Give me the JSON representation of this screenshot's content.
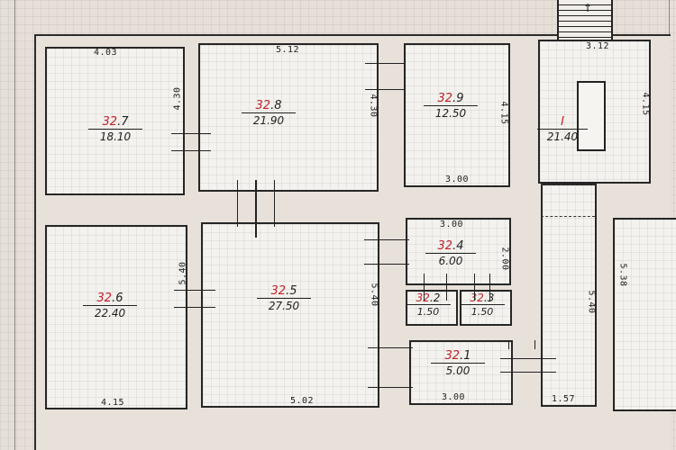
{
  "rooms": {
    "r7": {
      "prefix": "32",
      "suffix": ".7",
      "area": "18.10",
      "top_dim": "4.03",
      "side_dim": "4.30"
    },
    "r8": {
      "prefix": "32",
      "suffix": ".8",
      "area": "21.90",
      "top_dim": "5.12",
      "side_dim": "4.30"
    },
    "r9": {
      "prefix": "32",
      "suffix": ".9",
      "area": "12.50",
      "bottom_dim": "3.00",
      "side_dim": "4.15"
    },
    "rI": {
      "prefix": "I",
      "area": "21.40",
      "top_dim": "3.12",
      "side_dim": "4.15"
    },
    "r6": {
      "prefix": "32",
      "suffix": ".6",
      "area": "22.40",
      "side_dim": "5.40",
      "bottom_dim": "4.15"
    },
    "r5": {
      "prefix": "32",
      "suffix": ".5",
      "area": "27.50",
      "side_dim": "5.40",
      "bottom_dim": "5.02"
    },
    "r4": {
      "prefix": "32",
      "suffix": ".4",
      "area": "6.00",
      "top_dim": "3.00",
      "side_dim": "2.00"
    },
    "r2": {
      "prefix": "32",
      "suffix": ".2",
      "area": "1.50"
    },
    "r3": {
      "prefix": "32",
      "suffix": ".3",
      "area": "1.50"
    },
    "r1": {
      "prefix": "32",
      "suffix": ".1",
      "area": "5.00",
      "bottom_dim": "3.00"
    },
    "corridor": {
      "side_dim": "5.40",
      "bottom_dim": "1.57"
    },
    "right_room": {
      "side_dim": "5.38"
    }
  }
}
